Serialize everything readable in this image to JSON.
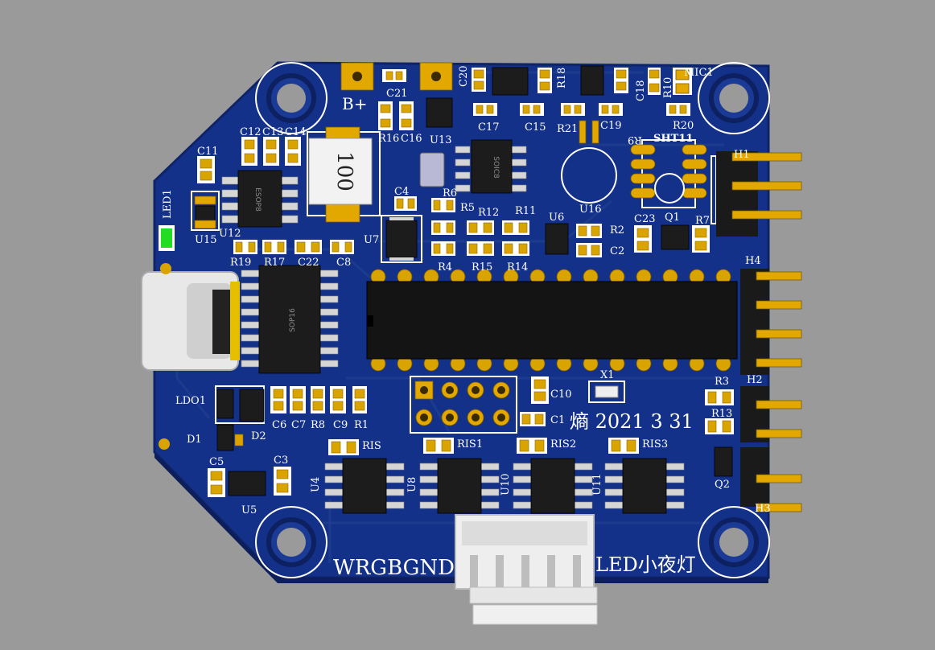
{
  "colors": {
    "board": "#14318a",
    "board_edge": "#0f2468",
    "silk": "#ffffff",
    "pad": "#d9a400",
    "chip": "#1c1c1c",
    "background": "#9a9a9a",
    "led_green": "#22dd22"
  },
  "silkscreen": {
    "b_plus": "B+",
    "wrgbgnd": "WRGBGND",
    "footer": "LED小夜灯",
    "date": "熵 2021 3 31",
    "inductor_value": "100"
  },
  "components": {
    "C21": "C21",
    "C20": "C20",
    "R18": "R18",
    "R10": "R10",
    "C18": "C18",
    "MIC1": "MIC1",
    "C17": "C17",
    "C15": "C15",
    "R21": "R21",
    "C19": "C19",
    "R20": "R20",
    "R9": "R9",
    "SHT11": "SHT11",
    "R16": "R16",
    "C16": "C16",
    "U13": "U13",
    "U16": "U16",
    "H1": "H1",
    "C12": "C12",
    "C13": "C13",
    "C14": "C14",
    "C11": "C11",
    "LED1": "LED1",
    "U15": "U15",
    "U12": "U12",
    "C4": "C4",
    "R6": "R6",
    "R5": "R5",
    "R12": "R12",
    "R11": "R11",
    "U6": "U6",
    "R2": "R2",
    "C2": "C2",
    "C23": "C23",
    "Q1": "Q1",
    "R7": "R7",
    "U7": "U7",
    "R19": "R19",
    "R17": "R17",
    "C22": "C22",
    "C8": "C8",
    "R4": "R4",
    "R15": "R15",
    "R14": "R14",
    "H4": "H4",
    "X1": "X1",
    "C10": "C10",
    "C1": "C1",
    "LDO1": "LDO1",
    "D1": "D1",
    "D2": "D2",
    "C6": "C6",
    "C7": "C7",
    "R8": "R8",
    "C9": "C9",
    "R1": "R1",
    "R3": "R3",
    "R13": "R13",
    "H2": "H2",
    "Q2": "Q2",
    "H3": "H3",
    "RIS": "RIS",
    "RIS1": "RIS1",
    "RIS2": "RIS2",
    "RIS3": "RIS3",
    "U4": "U4",
    "U8": "U8",
    "U10": "U10",
    "U11": "U11",
    "C5": "C5",
    "C3": "C3",
    "U5": "U5"
  },
  "packages": {
    "esop8": "ESOP8",
    "sop16": "SOP16",
    "soic8": "SOIC8"
  }
}
